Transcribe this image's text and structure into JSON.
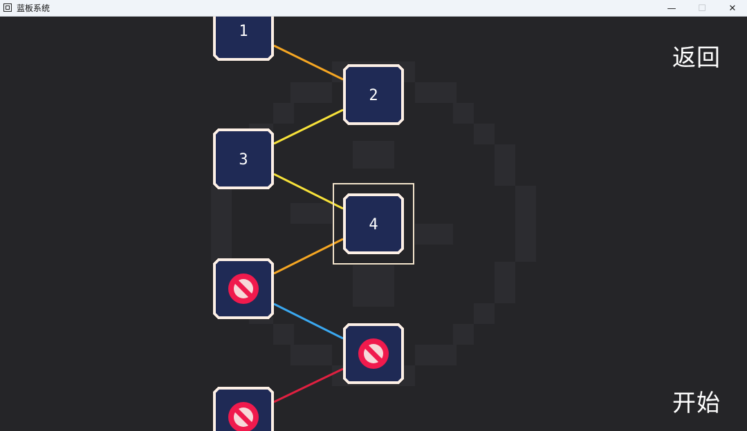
{
  "window": {
    "title": "蓝板系统",
    "minimize_glyph": "—",
    "maximize_glyph": "☐",
    "close_glyph": "✕"
  },
  "buttons": {
    "back_label": "返回",
    "start_label": "开始"
  },
  "nodes": [
    {
      "id": "n1",
      "label": "1",
      "icon": null
    },
    {
      "id": "n2",
      "label": "2",
      "icon": null
    },
    {
      "id": "n3",
      "label": "3",
      "icon": null
    },
    {
      "id": "n4",
      "label": "4",
      "icon": null,
      "selected": true
    },
    {
      "id": "n5",
      "label": "",
      "icon": "blocked-icon"
    },
    {
      "id": "n6",
      "label": "",
      "icon": "blocked-icon"
    },
    {
      "id": "n7",
      "label": "",
      "icon": "blocked-icon"
    }
  ],
  "connections": [
    {
      "from": "n1",
      "to": "n2",
      "color": "#f5a623"
    },
    {
      "from": "n3",
      "to": "n2",
      "color": "#f7e23a"
    },
    {
      "from": "n3",
      "to": "n4",
      "color": "#f7e23a"
    },
    {
      "from": "n5",
      "to": "n4",
      "color": "#f5a623"
    },
    {
      "from": "n5",
      "to": "n6",
      "color": "#3aa8f0"
    },
    {
      "from": "n7",
      "to": "n6",
      "color": "#e02040"
    }
  ],
  "colors": {
    "background": "#252528",
    "node_fill": "#1f2a55",
    "node_border": "#fdf0e6",
    "selection": "#f3e4cc",
    "blocked_red": "#f01a4d"
  }
}
